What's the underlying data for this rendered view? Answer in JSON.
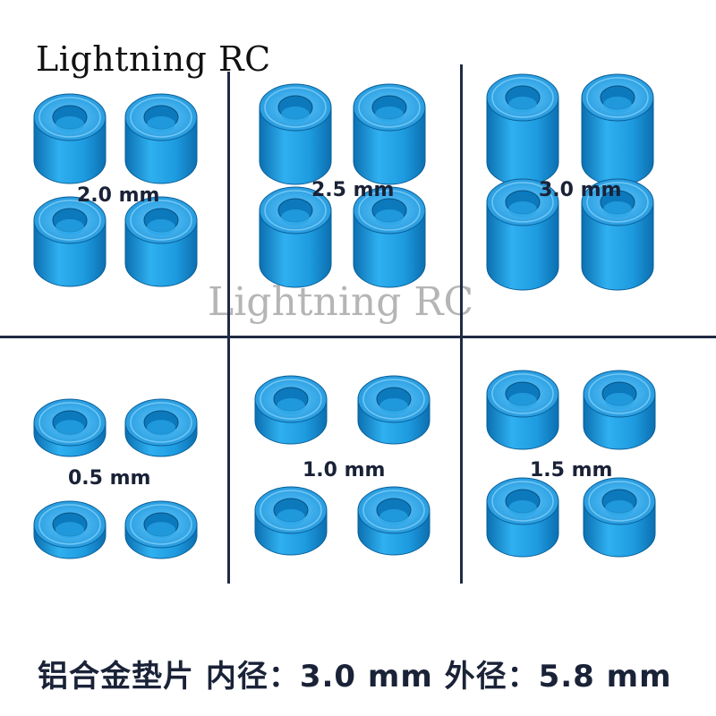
{
  "brand": "Lightning RC",
  "watermark": "Lightning RC",
  "colors": {
    "part": "#1e9be0",
    "part_dark": "#0b6fb0",
    "part_light": "#7fd2ff",
    "line": "#1f2a44"
  },
  "panels": [
    {
      "label": "2.0 mm",
      "thickness": 2.0
    },
    {
      "label": "2.5 mm",
      "thickness": 2.5
    },
    {
      "label": "3.0 mm",
      "thickness": 3.0
    },
    {
      "label": "0.5 mm",
      "thickness": 0.5
    },
    {
      "label": "1.0 mm",
      "thickness": 1.0
    },
    {
      "label": "1.5 mm",
      "thickness": 1.5
    }
  ],
  "footer": "铝合金垫片 内径：3.0 mm  外径：5.8 mm"
}
